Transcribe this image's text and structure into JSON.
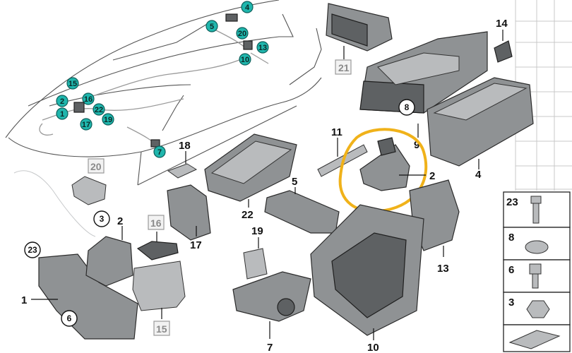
{
  "callouts": {
    "c1": "1",
    "c2a": "2",
    "c2b": "2",
    "c3": "3",
    "c4": "4",
    "c5": "5",
    "c6": "6",
    "c7": "7",
    "c8": "8",
    "c9": "9",
    "c10": "10",
    "c11": "11",
    "c13": "13",
    "c14": "14",
    "c15": "15",
    "c16": "16",
    "c17": "17",
    "c18": "18",
    "c19": "19",
    "c20": "20",
    "c21": "21",
    "c22": "22",
    "c23": "23"
  },
  "car_markers": {
    "m4": "4",
    "m5": "5",
    "m20": "20",
    "m13": "13",
    "m10": "10",
    "m15": "15",
    "m2": "2",
    "m16": "16",
    "m1": "1",
    "m17": "17",
    "m22": "22",
    "m19": "19",
    "m7": "7"
  },
  "hardware_panel": {
    "items": [
      "23",
      "8",
      "6",
      "3"
    ]
  },
  "colors": {
    "highlight": "#f0b21a",
    "marker": "#1fb6ad"
  }
}
